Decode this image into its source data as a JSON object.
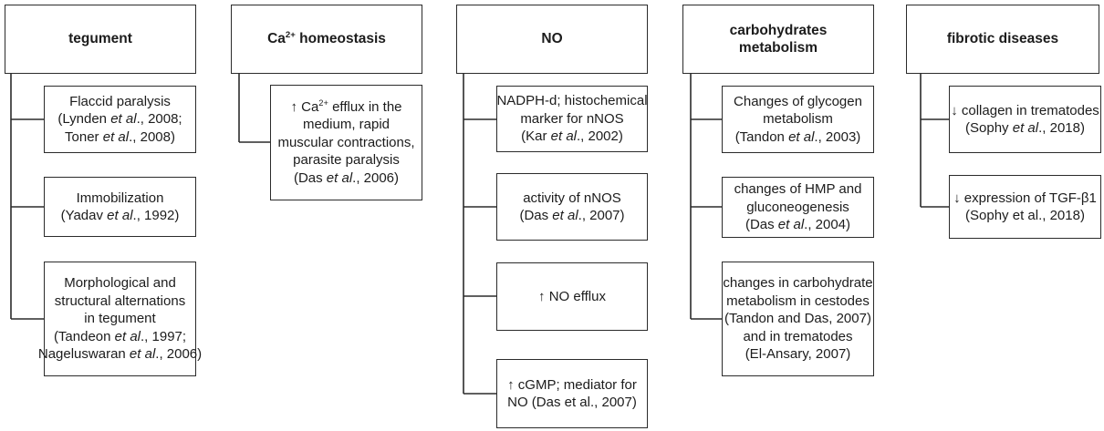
{
  "diagram": {
    "title": "Effects diagram with five category columns",
    "columns": [
      {
        "name": "tegument",
        "header_lines": [
          [
            {
              "t": "tegument"
            }
          ]
        ],
        "boxes": [
          {
            "lines": [
              [
                {
                  "t": "Flaccid paralysis"
                }
              ],
              [
                {
                  "t": "(Lynden "
                },
                {
                  "t": "et al",
                  "i": true
                },
                {
                  "t": "., 2008;"
                }
              ],
              [
                {
                  "t": "Toner "
                },
                {
                  "t": "et al",
                  "i": true
                },
                {
                  "t": "., 2008)"
                }
              ]
            ]
          },
          {
            "lines": [
              [
                {
                  "t": "Immobilization"
                }
              ],
              [
                {
                  "t": "(Yadav "
                },
                {
                  "t": "et al",
                  "i": true
                },
                {
                  "t": "., 1992)"
                }
              ]
            ]
          },
          {
            "lines": [
              [
                {
                  "t": "Morphological and"
                }
              ],
              [
                {
                  "t": "structural alternations"
                }
              ],
              [
                {
                  "t": "in tegument"
                }
              ],
              [
                {
                  "t": "(Tandeon "
                },
                {
                  "t": "et al",
                  "i": true
                },
                {
                  "t": "., 1997;"
                }
              ],
              [
                {
                  "t": "Nageluswaran "
                },
                {
                  "t": "et al",
                  "i": true
                },
                {
                  "t": "., 2006)"
                }
              ]
            ]
          }
        ]
      },
      {
        "name": "ca2-homeostasis",
        "header_lines": [
          [
            {
              "t": "Ca"
            },
            {
              "t": "2+",
              "sup": true
            },
            {
              "t": "  homeostasis"
            }
          ]
        ],
        "boxes": [
          {
            "lines": [
              [
                {
                  "t": "↑ Ca"
                },
                {
                  "t": "2+",
                  "sup": true
                },
                {
                  "t": " efflux in the"
                }
              ],
              [
                {
                  "t": "medium, rapid"
                }
              ],
              [
                {
                  "t": "muscular contractions,"
                }
              ],
              [
                {
                  "t": "parasite paralysis"
                }
              ],
              [
                {
                  "t": "(Das "
                },
                {
                  "t": "et al",
                  "i": true
                },
                {
                  "t": "., 2006)"
                }
              ]
            ]
          }
        ]
      },
      {
        "name": "no",
        "header_lines": [
          [
            {
              "t": "NO"
            }
          ]
        ],
        "boxes": [
          {
            "lines": [
              [
                {
                  "t": "NADPH-d; histochemical"
                }
              ],
              [
                {
                  "t": "marker for nNOS"
                }
              ],
              [
                {
                  "t": "(Kar "
                },
                {
                  "t": "et al",
                  "i": true
                },
                {
                  "t": "., 2002)"
                }
              ]
            ]
          },
          {
            "lines": [
              [
                {
                  "t": "activity of nNOS"
                }
              ],
              [
                {
                  "t": "(Das "
                },
                {
                  "t": "et al",
                  "i": true
                },
                {
                  "t": "., 2007)"
                }
              ]
            ]
          },
          {
            "lines": [
              [
                {
                  "t": "↑ NO efflux"
                }
              ]
            ]
          },
          {
            "lines": [
              [
                {
                  "t": "↑ cGMP; mediator for"
                }
              ],
              [
                {
                  "t": "NO  (Das et al., 2007)"
                }
              ]
            ]
          }
        ]
      },
      {
        "name": "carbohydrates-metabolism",
        "header_lines": [
          [
            {
              "t": "carbohydrates"
            }
          ],
          [
            {
              "t": "metabolism"
            }
          ]
        ],
        "boxes": [
          {
            "lines": [
              [
                {
                  "t": "Changes of glycogen"
                }
              ],
              [
                {
                  "t": "metabolism"
                }
              ],
              [
                {
                  "t": "(Tandon "
                },
                {
                  "t": "et al",
                  "i": true
                },
                {
                  "t": "., 2003)"
                }
              ]
            ]
          },
          {
            "lines": [
              [
                {
                  "t": "changes of HMP and"
                }
              ],
              [
                {
                  "t": "gluconeogenesis"
                }
              ],
              [
                {
                  "t": "(Das "
                },
                {
                  "t": "et al",
                  "i": true
                },
                {
                  "t": "., 2004)"
                }
              ]
            ]
          },
          {
            "lines": [
              [
                {
                  "t": "changes in carbohydrate"
                }
              ],
              [
                {
                  "t": "metabolism in cestodes"
                }
              ],
              [
                {
                  "t": "(Tandon and Das, 2007)"
                }
              ],
              [
                {
                  "t": "and in trematodes"
                }
              ],
              [
                {
                  "t": "(El-Ansary, 2007)"
                }
              ]
            ]
          }
        ]
      },
      {
        "name": "fibrotic-diseases",
        "header_lines": [
          [
            {
              "t": "fibrotic diseases"
            }
          ]
        ],
        "boxes": [
          {
            "lines": [
              [
                {
                  "t": "↓ collagen in trematodes"
                }
              ],
              [
                {
                  "t": "(Sophy "
                },
                {
                  "t": "et al",
                  "i": true
                },
                {
                  "t": "., 2018)"
                }
              ]
            ]
          },
          {
            "lines": [
              [
                {
                  "t": "↓ expression of TGF-β1"
                }
              ],
              [
                {
                  "t": "(Sophy et al., 2018)"
                }
              ]
            ]
          }
        ]
      }
    ]
  }
}
